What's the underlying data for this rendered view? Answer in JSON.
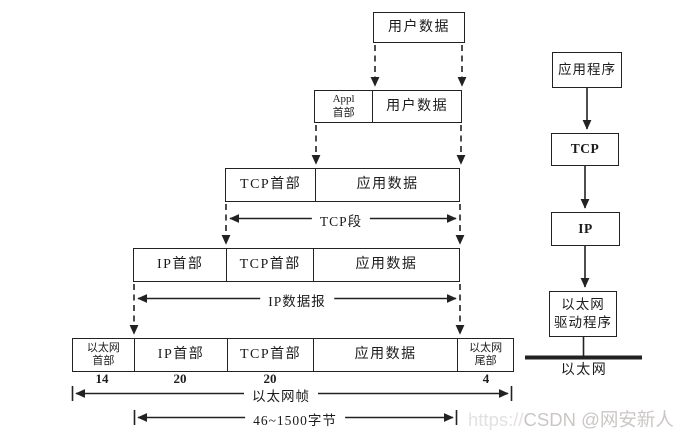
{
  "diagram": {
    "row_user_data": {
      "user_data": "用户数据"
    },
    "row_appl": {
      "appl_header": [
        "Appl",
        "首部"
      ],
      "user_data": "用户数据"
    },
    "row_tcp": {
      "tcp_header": "TCP首部",
      "app_data": "应用数据"
    },
    "row_ip": {
      "ip_header": "IP首部",
      "tcp_header": "TCP首部",
      "app_data": "应用数据"
    },
    "row_eth": {
      "eth_header": [
        "以太网",
        "首部"
      ],
      "ip_header": "IP首部",
      "tcp_header": "TCP首部",
      "app_data": "应用数据",
      "eth_trailer": [
        "以太网",
        "尾部"
      ]
    },
    "byte_sizes": {
      "eth_header": "14",
      "ip_header": "20",
      "tcp_header": "20",
      "eth_trailer": "4"
    },
    "annotations": {
      "tcp_segment": "TCP段",
      "ip_datagram": "IP数据报",
      "ethernet_frame": "以太网帧",
      "payload_range": "46~1500字节"
    }
  },
  "stack": {
    "application": "应用程序",
    "tcp": "TCP",
    "ip": "IP",
    "ethernet_driver": [
      "以太网",
      "驱动程序"
    ],
    "ethernet_bus": "以太网"
  },
  "watermark": {
    "prefix": "https://",
    "handle": "CSDN @网安新人"
  }
}
